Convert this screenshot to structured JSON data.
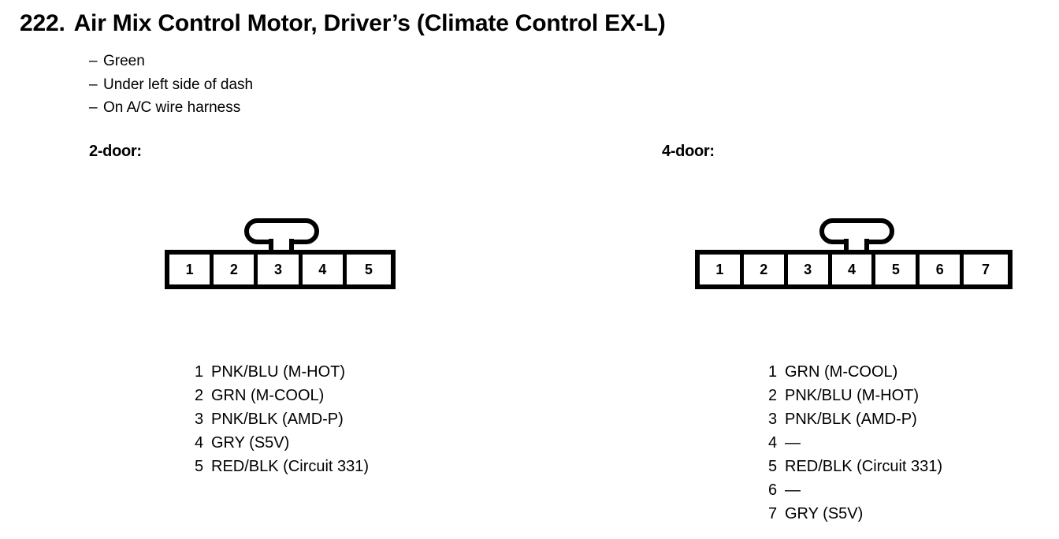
{
  "document": {
    "title_number": "222.",
    "title_text": "Air Mix Control Motor, Driver’s (Climate Control EX-L)",
    "attributes": [
      {
        "dash": "–",
        "text": "Green"
      },
      {
        "dash": "–",
        "text": "Under left side of dash"
      },
      {
        "dash": "–",
        "text": "On A/C wire harness"
      }
    ]
  },
  "variants": [
    {
      "heading": "2-door:",
      "connector": {
        "pin_count": 5,
        "latch_over_pin": 3,
        "pins": [
          "1",
          "2",
          "3",
          "4",
          "5"
        ]
      },
      "legend": [
        {
          "number": "1",
          "label": "PNK/BLU (M-HOT)"
        },
        {
          "number": "2",
          "label": "GRN (M-COOL)"
        },
        {
          "number": "3",
          "label": "PNK/BLK (AMD-P)"
        },
        {
          "number": "4",
          "label": "GRY (S5V)"
        },
        {
          "number": "5",
          "label": "RED/BLK (Circuit 331)"
        }
      ]
    },
    {
      "heading": "4-door:",
      "connector": {
        "pin_count": 7,
        "latch_over_pin": 4,
        "pins": [
          "1",
          "2",
          "3",
          "4",
          "5",
          "6",
          "7"
        ]
      },
      "legend": [
        {
          "number": "1",
          "label": "GRN (M-COOL)"
        },
        {
          "number": "2",
          "label": "PNK/BLU (M-HOT)"
        },
        {
          "number": "3",
          "label": "PNK/BLK (AMD-P)"
        },
        {
          "number": "4",
          "label": "—"
        },
        {
          "number": "5",
          "label": "RED/BLK (Circuit 331)"
        },
        {
          "number": "6",
          "label": "—"
        },
        {
          "number": "7",
          "label": "GRY (S5V)"
        }
      ]
    }
  ],
  "colors": {
    "ink": "#000000",
    "paper": "#ffffff"
  }
}
